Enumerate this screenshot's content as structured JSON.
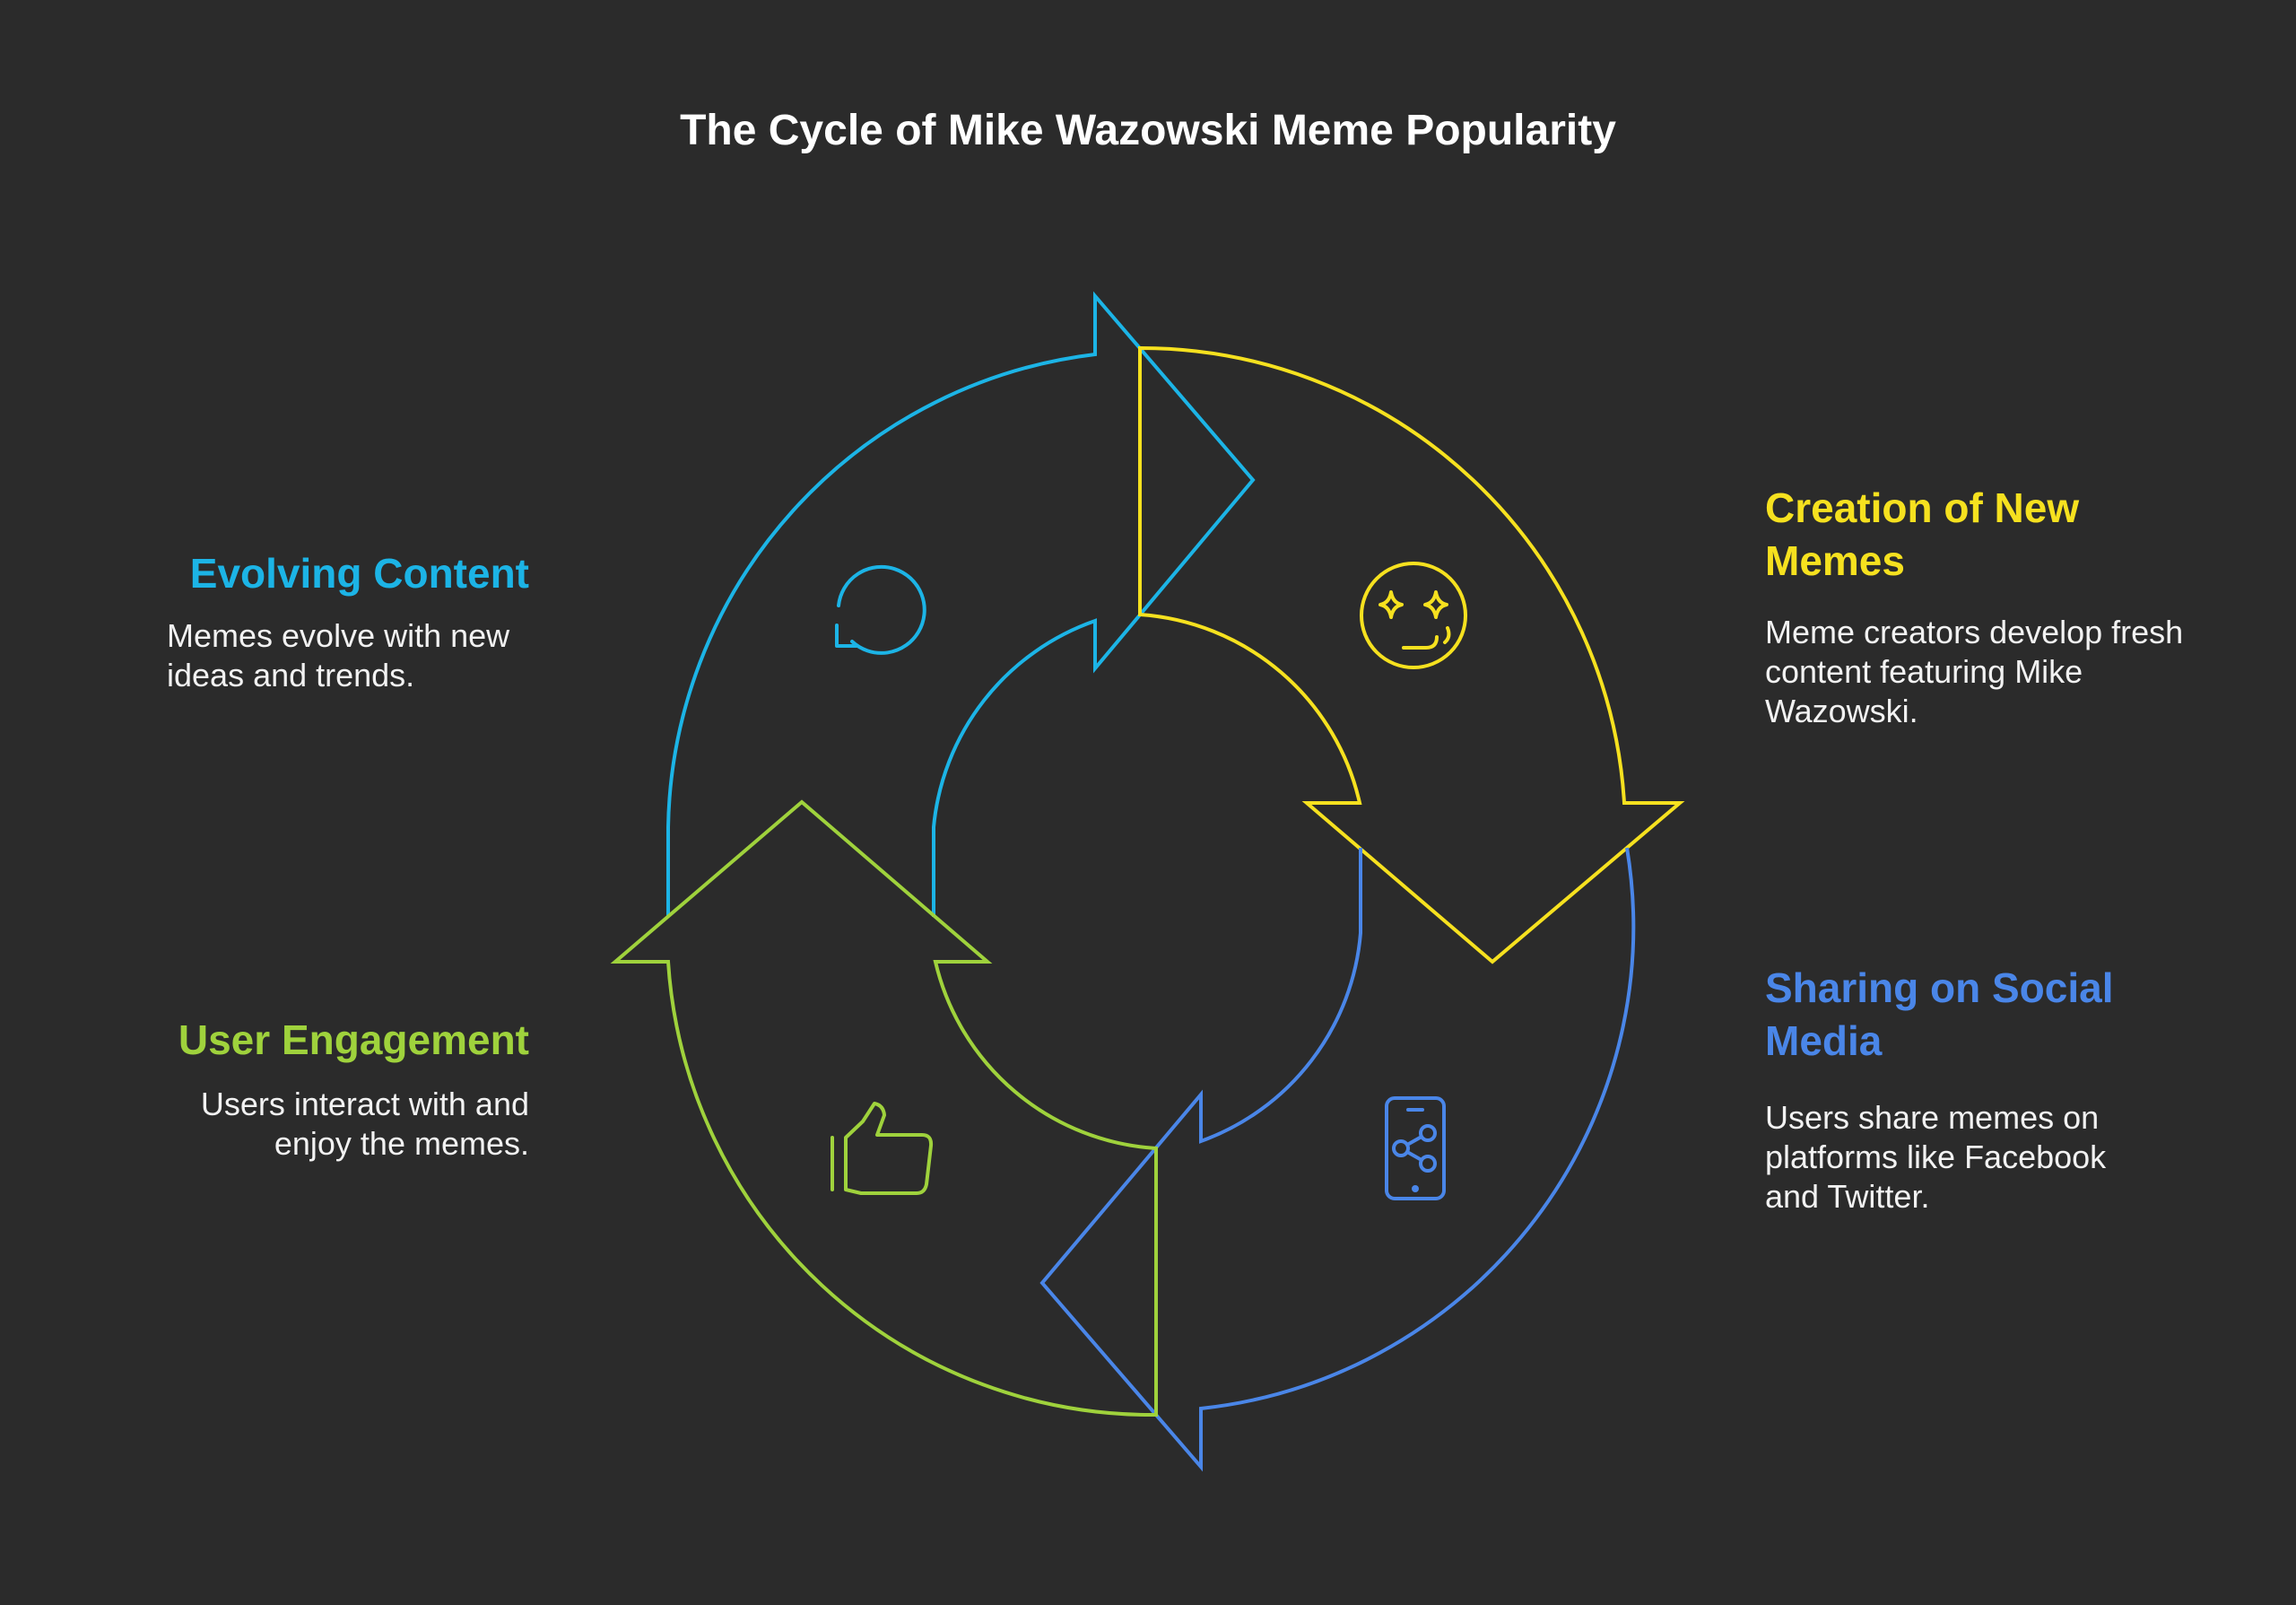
{
  "title": "The Cycle of Mike Wazowski Meme Popularity",
  "colors": {
    "background": "#2b2b2b",
    "cyan": "#1cb4e6",
    "yellow": "#f6e11f",
    "blue": "#4a86e8",
    "green": "#9fd23c"
  },
  "stages": [
    {
      "id": "evolving",
      "heading": "Evolving Content",
      "description": "Memes evolve with new ideas and trends.",
      "color": "#1cb4e6",
      "icon": "refresh-icon"
    },
    {
      "id": "creation",
      "heading": "Creation of New Memes",
      "description": "Meme creators develop fresh content featuring Mike Wazowski.",
      "color": "#f6e11f",
      "icon": "sparkle-face-icon"
    },
    {
      "id": "sharing",
      "heading": "Sharing on Social Media",
      "description": "Users share memes on platforms like Facebook and Twitter.",
      "color": "#4a86e8",
      "icon": "phone-share-icon"
    },
    {
      "id": "engagement",
      "heading": "User Engagement",
      "description": "Users interact with and enjoy the memes.",
      "color": "#9fd23c",
      "icon": "thumbs-up-icon"
    }
  ]
}
